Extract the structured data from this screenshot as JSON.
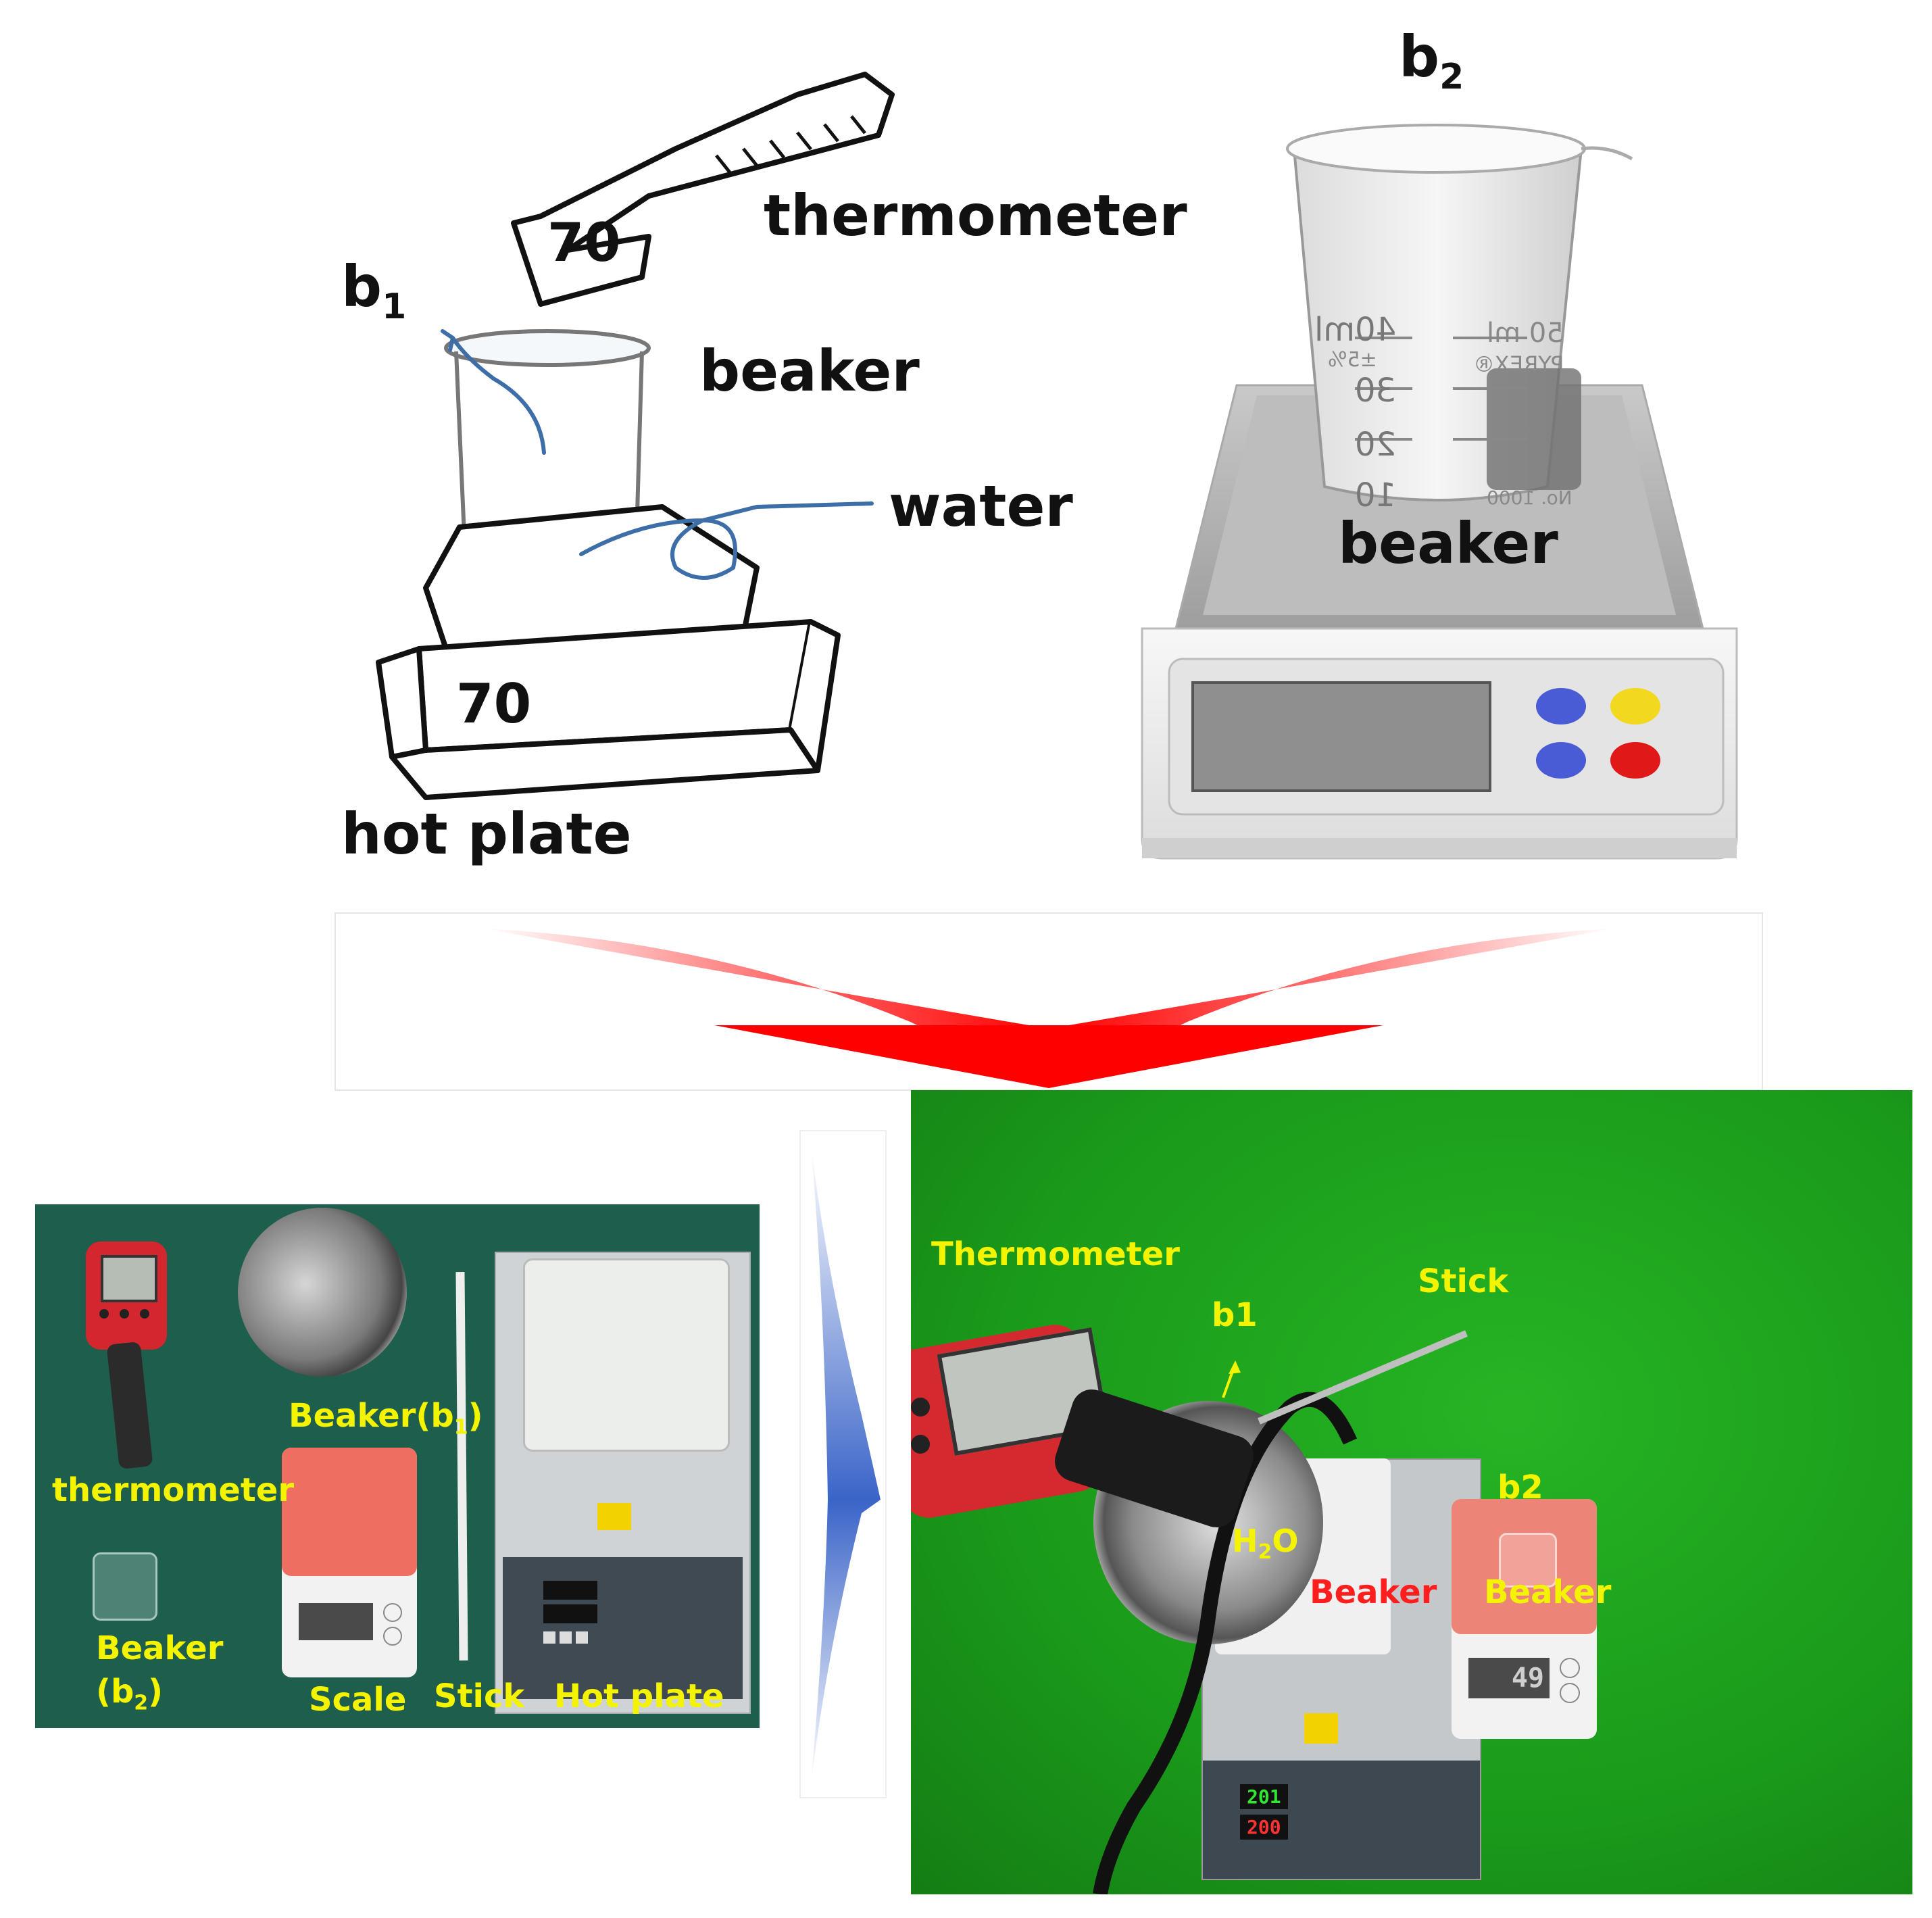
{
  "sketch": {
    "thermometer_display": "70",
    "thermometer_label": "thermometer",
    "b1_label": "b",
    "b1_sub": "1",
    "beaker_label": "beaker",
    "water_label": "water",
    "hotplate_display": "70",
    "hotplate_label": "hot plate"
  },
  "scale_illustration": {
    "b2_label": "b",
    "b2_sub": "2",
    "beaker_label": "beaker",
    "beaker_marks": {
      "ml40": "40ml",
      "pct": "±5%",
      "ml30": "30",
      "ml20": "20",
      "ml10": "10",
      "ml50": "50 ml",
      "brand": "PYREX®",
      "no": "No. 1000"
    },
    "button_colors": [
      "#4a5bd6",
      "#f2d81e",
      "#4a5bd6",
      "#e01818"
    ]
  },
  "photo_left": {
    "thermometer_label": "thermometer",
    "beaker_b1_label": "Beaker(b",
    "beaker_b1_sub": "1",
    "beaker_b1_close": ")",
    "beaker_b2_line1": "Beaker",
    "beaker_b2_line2_open": "(b",
    "beaker_b2_sub": "2",
    "beaker_b2_close": ")",
    "scale_label": "Scale",
    "stick_label": "Stick",
    "hotplate_label": "Hot plate"
  },
  "photo_right": {
    "thermometer_label": "Thermometer",
    "b1_label": "b1",
    "stick_label": "Stick",
    "water_label_h": "H",
    "water_label_sub": "2",
    "water_label_o": "O",
    "beaker_left_label": "Beaker",
    "b2_label": "b2",
    "beaker_right_label": "Beaker",
    "hotplate_top_reading": "201",
    "hotplate_bottom_reading": "200",
    "scale_reading": "49"
  },
  "colors": {
    "photo_bg_left": "#1e5e4c",
    "photo_bg_right": "#1fa21e",
    "label_yellow": "#f4f400",
    "label_red": "#ff1e1e",
    "arrow_red": "#ff0000",
    "arrow_blue": "#3a64c8"
  }
}
